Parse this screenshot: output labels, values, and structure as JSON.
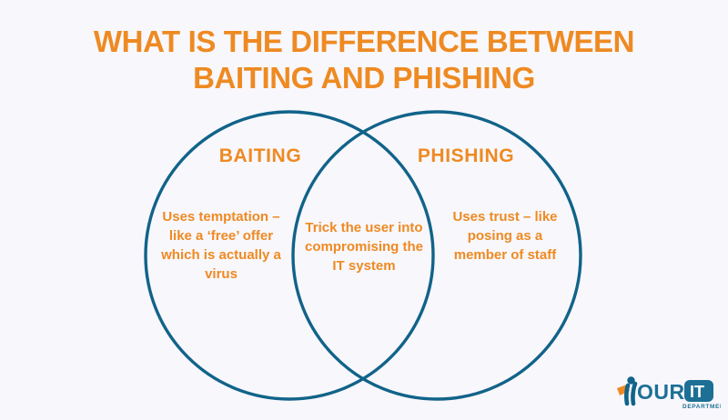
{
  "page": {
    "background_color": "#f8f7fc",
    "accent_orange": "#ee8a22",
    "accent_blue": "#116389"
  },
  "title": {
    "line1": "WHAT IS THE DIFFERENCE BETWEEN",
    "line2": "BAITING AND PHISHING"
  },
  "venn": {
    "left": {
      "label": "BAITING",
      "text": "Uses temptation – like a ‘free’ offer which is actually a virus"
    },
    "right": {
      "label": "PHISHING",
      "text": "Uses trust – like posing as a member of staff"
    },
    "overlap": {
      "text": "Trick the user into compromising the IT system"
    }
  },
  "logo": {
    "word1": "OUR",
    "word2": "IT",
    "tagline": "DEPARTMENT"
  }
}
